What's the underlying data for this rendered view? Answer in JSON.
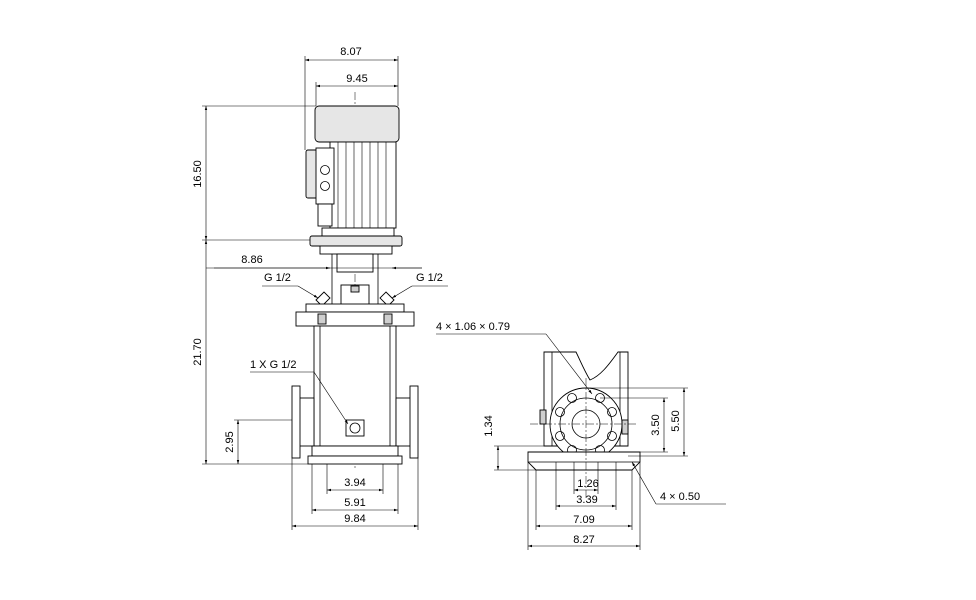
{
  "dimensions": {
    "d_807": "8.07",
    "d_945": "9.45",
    "d_1650": "16.50",
    "d_886": "8.86",
    "g_left": "G 1/2",
    "g_right": "G 1/2",
    "d_2170": "21.70",
    "drain": "1 X G 1/2",
    "d_295": "2.95",
    "d_394": "3.94",
    "d_591": "5.91",
    "d_984": "9.84",
    "holes": "4 × 1.06  × 0.79",
    "d_134": "1.34",
    "d_350": "3.50",
    "d_550": "5.50",
    "d_126": "1.26",
    "d_339": "3.39",
    "d_709": "7.09",
    "d_827": "8.27",
    "feet_holes": "4  × 0.50"
  },
  "colors": {
    "line": "#000000",
    "motor_fill": "#e6e6e6",
    "background": "#ffffff"
  }
}
